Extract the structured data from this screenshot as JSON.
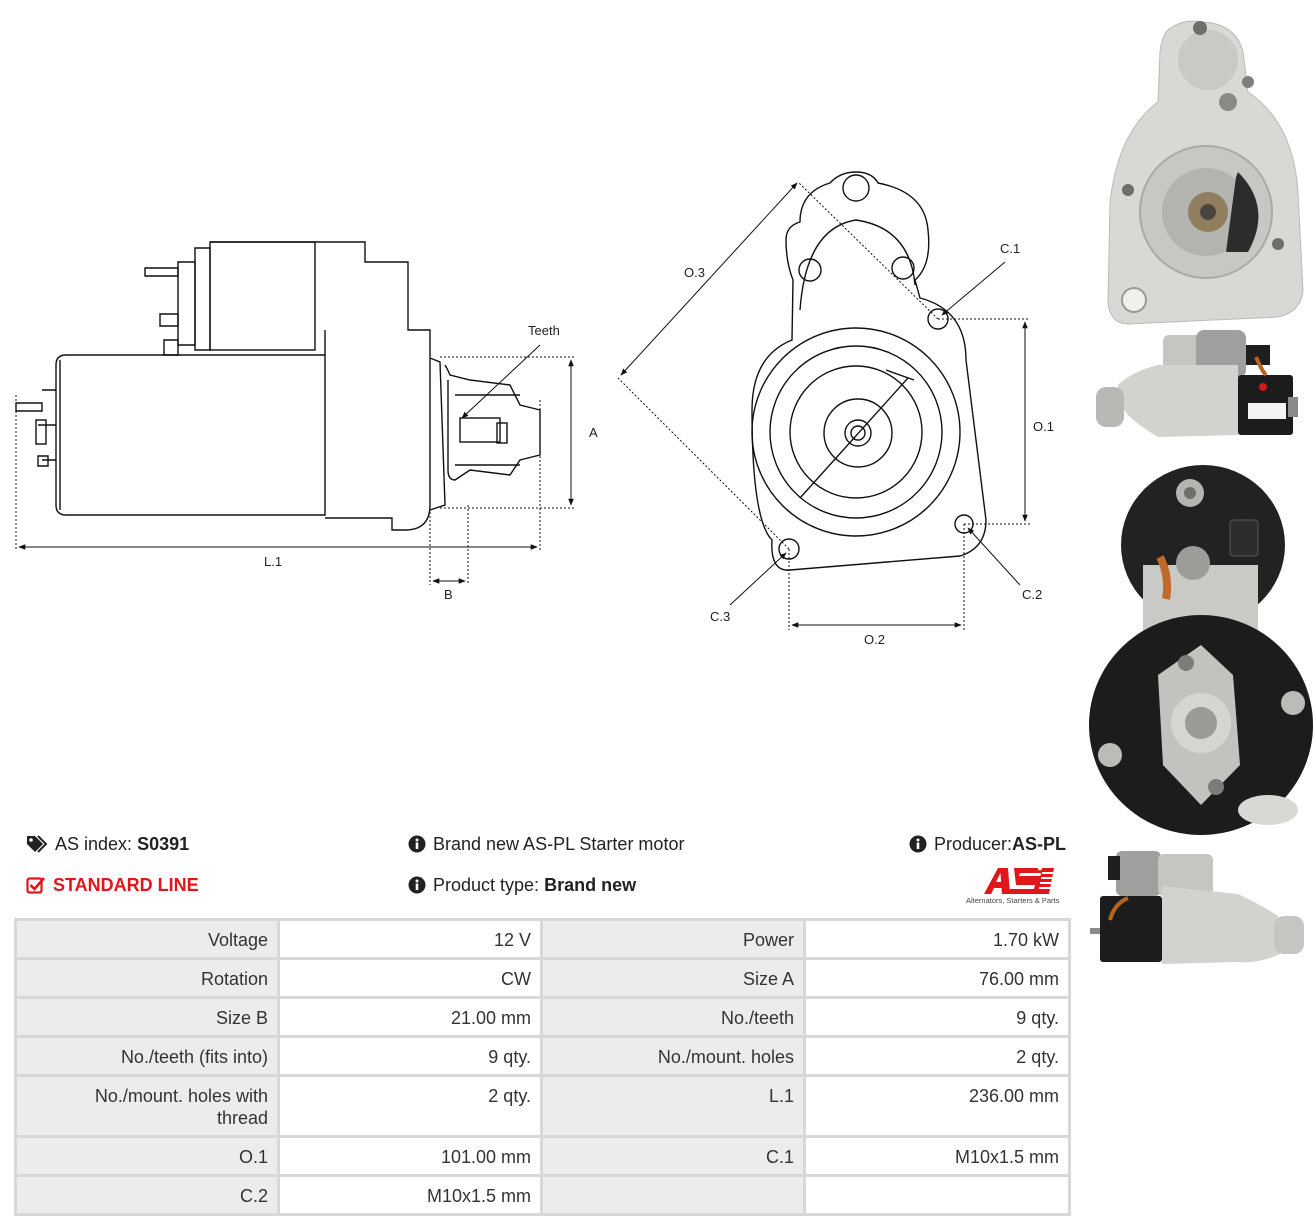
{
  "drawing_labels": {
    "teeth": "Teeth",
    "a": "A",
    "b": "B",
    "l1": "L.1",
    "o1": "O.1",
    "o2": "O.2",
    "o3": "O.3",
    "c1": "C.1",
    "c2": "C.2",
    "c3": "C.3"
  },
  "info": {
    "as_index_label": "AS index:",
    "as_index_value": "S0391",
    "standard_line": "STANDARD LINE",
    "brand_line": "Brand new AS-PL Starter motor",
    "product_type_label": "Product type:",
    "product_type_value": "Brand new",
    "producer_label": "Producer:",
    "producer_value": "AS-PL"
  },
  "logo": {
    "text": "AS",
    "tagline": "Alternators, Starters & Parts",
    "color": "#e0161b"
  },
  "icons": {
    "tags": "tags-icon",
    "info": "info-icon",
    "check": "check-square-icon"
  },
  "specs": [
    [
      "Voltage",
      "12 V",
      "Power",
      "1.70 kW"
    ],
    [
      "Rotation",
      "CW",
      "Size A",
      "76.00 mm"
    ],
    [
      "Size B",
      "21.00 mm",
      "No./teeth",
      "9 qty."
    ],
    [
      "No./teeth (fits into)",
      "9 qty.",
      "No./mount. holes",
      "2 qty."
    ],
    [
      "No./mount. holes with thread",
      "2 qty.",
      "L.1",
      "236.00 mm"
    ],
    [
      "O.1",
      "101.00 mm",
      "C.1",
      "M10x1.5 mm"
    ],
    [
      "C.2",
      "M10x1.5 mm",
      "",
      ""
    ]
  ]
}
